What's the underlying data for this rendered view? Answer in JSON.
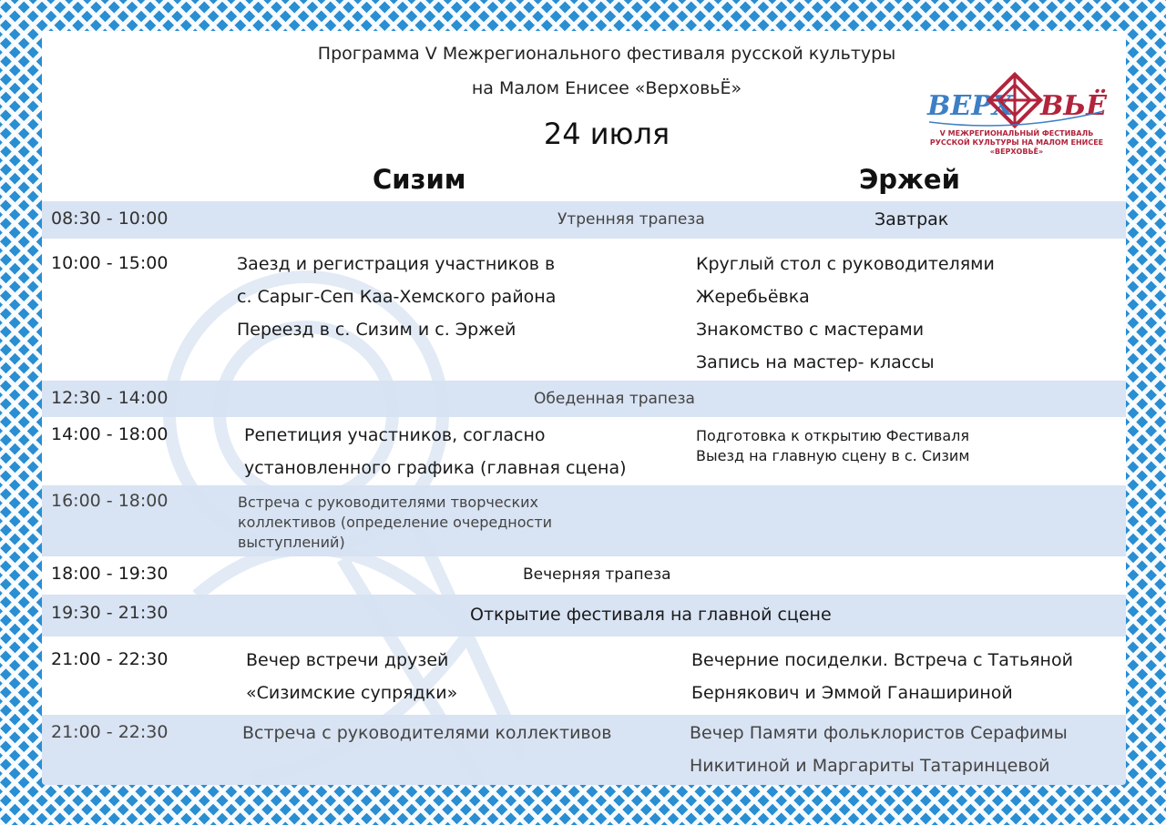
{
  "header": {
    "title_line1": "Программа V Межрегионального фестиваля русской культуры",
    "title_line2": "на Малом Енисее «ВерховьЁ»",
    "date": "24 июля",
    "col_left": "Сизим",
    "col_right": "Эржей"
  },
  "logo": {
    "wordmark": "ВЕРХОВЬЁ",
    "subtitle_line1": "V МЕЖРЕГИОНАЛЬНЫЙ ФЕСТИВАЛЬ",
    "subtitle_line2": "РУССКОЙ КУЛЬТУРЫ НА МАЛОМ ЕНИСЕЕ «ВЕРХОВЬЁ»"
  },
  "rows": [
    {
      "time": "08:30 - 10:00",
      "center": "Утренняя трапеза",
      "right": [
        "Завтрак"
      ]
    },
    {
      "time": "10:00 - 15:00",
      "left": [
        "Заезд и регистрация участников в",
        "с. Сарыг-Сеп Каа-Хемского района",
        "Переезд в с. Сизим и с. Эржей"
      ],
      "right": [
        "Круглый стол с руководителями",
        "Жеребьёвка",
        "Знакомство с мастерами",
        "Запись на мастер- классы"
      ]
    },
    {
      "time": "12:30 - 14:00",
      "center": "Обеденная трапеза"
    },
    {
      "time": "14:00 - 18:00",
      "left": [
        "Репетиция участников, согласно",
        "установленного графика (главная сцена)"
      ],
      "right": [
        "Подготовка к открытию Фестиваля",
        "Выезд на главную сцену в с. Сизим"
      ]
    },
    {
      "time": "16:00 - 18:00",
      "left": [
        "Встреча с руководителями творческих",
        "коллективов (определение очередности",
        "выступлений)"
      ]
    },
    {
      "time": "18:00 - 19:30",
      "center": "Вечерняя трапеза"
    },
    {
      "time": "19:30 - 21:30",
      "center": "Открытие фестиваля на главной сцене"
    },
    {
      "time": "21:00 - 22:30",
      "left": [
        "Вечер встречи друзей",
        "«Сизимские супрядки»"
      ],
      "right": [
        "Вечерние посиделки. Встреча с Татьяной",
        "Бернякович и Эммой Ганашириной"
      ]
    },
    {
      "time": "21:00 - 22:30",
      "left": [
        "Встреча с руководителями коллективов"
      ],
      "right": [
        "Вечер Памяти фольклористов Серафимы",
        "Никитиной и Маргариты Татаринцевой"
      ]
    }
  ],
  "colors": {
    "border": "#2a8ed2",
    "row_shade": "#d6e2f2",
    "logo_red": "#b2243c",
    "logo_blue": "#3d7fc4"
  }
}
